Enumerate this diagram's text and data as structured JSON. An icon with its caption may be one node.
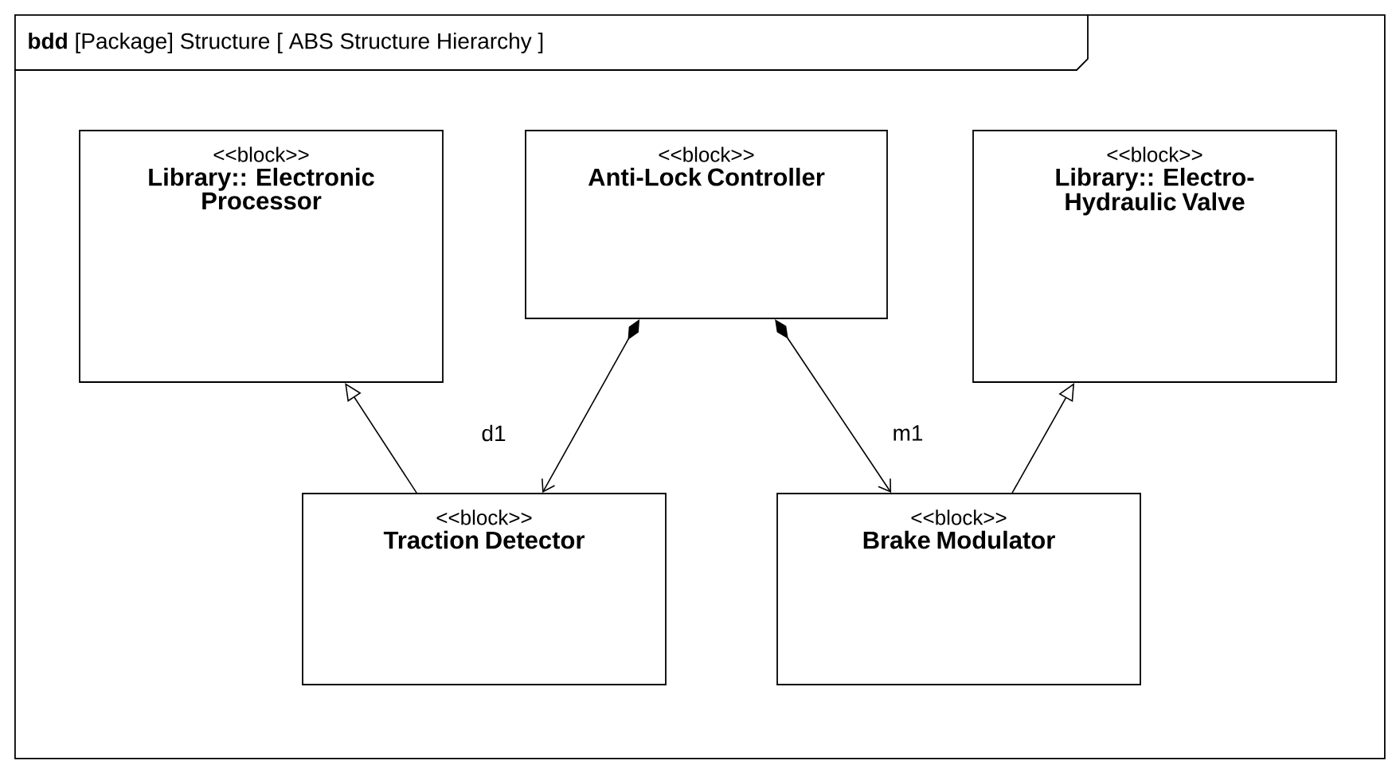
{
  "diagram": {
    "nodes": [
      {
        "text": [
          "**bdd** [Package] Structure [ ABS Structure Hierarchy ]"
        ]
      },
      {
        "text": [
          "<<block>>",
          "Library:: Electronic Processor"
        ],
        "in": 0
      },
      {
        "text": [
          "<<block>>",
          "Anti-Lock Controller"
        ],
        "in": 0
      },
      {
        "text": [
          "<<block>>",
          "Library:: Electro- Hydraulic Valve"
        ],
        "in": 0
      },
      {
        "text": [
          "<<block>>",
          "Traction Detector"
        ],
        "in": 0
      },
      {
        "text": [
          "<<block>>",
          "Brake Modulator"
        ],
        "in": 0
      }
    ],
    "edges": [
      {
        "from": 4,
        "to": 1,
        "arrow": "to"
      },
      {
        "from": 2,
        "to": 4,
        "arrow": "to",
        "label": "d1"
      },
      {
        "from": 2,
        "to": 5,
        "arrow": "to",
        "label": "m1"
      },
      {
        "from": 5,
        "to": 3,
        "arrow": "to"
      }
    ]
  }
}
